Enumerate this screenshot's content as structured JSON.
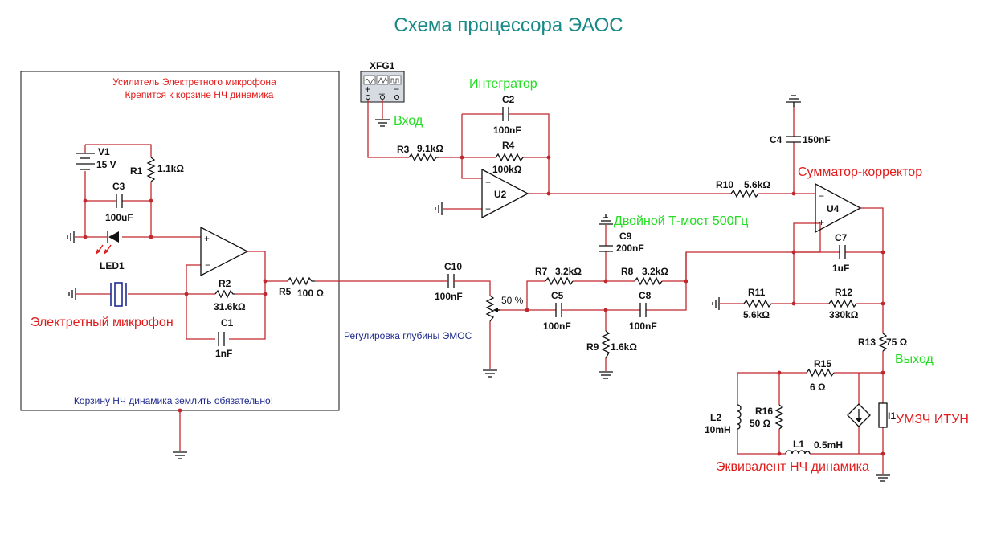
{
  "title": "Схема процессора ЭАОС",
  "annotations": {
    "amp_title_1": "Усилитель Электретного микрофона",
    "amp_title_2": "Крепится к корзине НЧ динамика",
    "mic": "Электретный микрофон",
    "ground_note": "Корзину НЧ динамика землить обязательно!",
    "depth": "Регулировка глубины ЭМОС",
    "integrator": "Интегратор",
    "input": "Вход",
    "tbridge": "Двойной Т-мост 500Гц",
    "summer": "Сумматор-корректор",
    "output": "Выход",
    "amp": "УМЗЧ ИТУН",
    "speaker_eq": "Эквивалент НЧ динамика",
    "pot_pct": "50 %"
  },
  "components": {
    "V1": {
      "ref": "V1",
      "value": "15 V"
    },
    "R1": {
      "ref": "R1",
      "value": "1.1kΩ"
    },
    "C3": {
      "ref": "C3",
      "value": "100uF"
    },
    "LED1": {
      "ref": "LED1"
    },
    "R2": {
      "ref": "R2",
      "value": "31.6kΩ"
    },
    "C1": {
      "ref": "C1",
      "value": "1nF"
    },
    "R5": {
      "ref": "R5",
      "value": "100 Ω"
    },
    "XFG1": {
      "ref": "XFG1"
    },
    "R3": {
      "ref": "R3",
      "value": "9.1kΩ"
    },
    "C2": {
      "ref": "C2",
      "value": "100nF"
    },
    "R4": {
      "ref": "R4",
      "value": "100kΩ"
    },
    "U2": {
      "ref": "U2"
    },
    "C10": {
      "ref": "C10",
      "value": "100nF"
    },
    "R7": {
      "ref": "R7",
      "value": "3.2kΩ"
    },
    "R8": {
      "ref": "R8",
      "value": "3.2kΩ"
    },
    "C9": {
      "ref": "C9",
      "value": "200nF"
    },
    "C5": {
      "ref": "C5",
      "value": "100nF"
    },
    "C8": {
      "ref": "C8",
      "value": "100nF"
    },
    "R9": {
      "ref": "R9",
      "value": "1.6kΩ"
    },
    "R10": {
      "ref": "R10",
      "value": "5.6kΩ"
    },
    "C4": {
      "ref": "C4",
      "value": "150nF"
    },
    "U4": {
      "ref": "U4"
    },
    "C7": {
      "ref": "C7",
      "value": "1uF"
    },
    "R11": {
      "ref": "R11",
      "value": "5.6kΩ"
    },
    "R12": {
      "ref": "R12",
      "value": "330kΩ"
    },
    "R13": {
      "ref": "R13",
      "value": "75 Ω"
    },
    "R15": {
      "ref": "R15",
      "value": "6 Ω"
    },
    "R16": {
      "ref": "R16",
      "value": "50 Ω"
    },
    "L1": {
      "ref": "L1",
      "value": "0.5mH"
    },
    "L2": {
      "ref": "L2",
      "value": "10mH"
    },
    "I1": {
      "ref": "I1"
    }
  },
  "colors": {
    "wire": "#c0282e",
    "title": "#1a8a88",
    "label_green": "#22dd22",
    "label_red": "#e21b1b",
    "label_navy": "#1f2b8f"
  }
}
